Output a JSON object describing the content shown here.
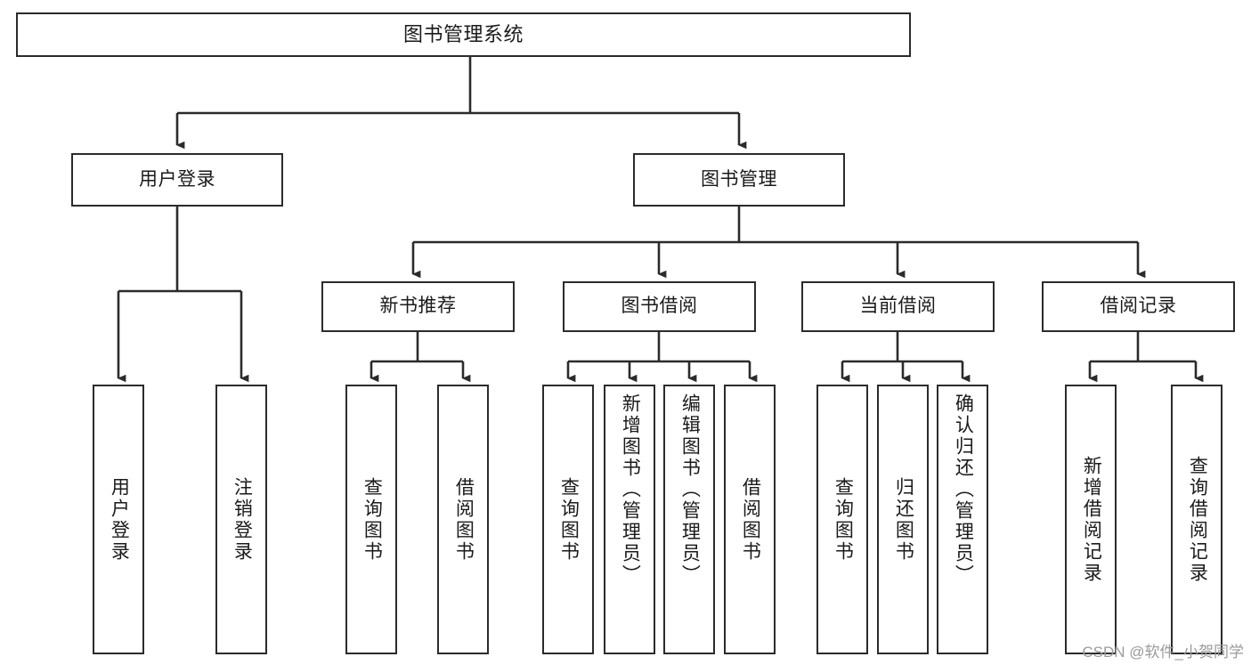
{
  "diagram": {
    "type": "tree-hierarchy",
    "title": "图书管理系统",
    "watermark": "CSDN @软件_小贺同学",
    "colors": {
      "box_border": "#2b2b2b",
      "box_fill": "#ffffff",
      "connector": "#2b2b2b",
      "text": "#1a1a1a",
      "watermark": "#9a9a9a"
    },
    "levels": {
      "level1_label": "图书管理系统",
      "level2": [
        {
          "id": "user-login",
          "label": "用户登录"
        },
        {
          "id": "book-manage",
          "label": "图书管理"
        }
      ],
      "level3": [
        {
          "id": "new-book-recommend",
          "label": "新书推荐"
        },
        {
          "id": "book-borrow",
          "label": "图书借阅"
        },
        {
          "id": "current-borrow",
          "label": "当前借阅"
        },
        {
          "id": "borrow-record",
          "label": "借阅记录"
        }
      ],
      "level4": {
        "user_login_children": [
          {
            "id": "leaf-user-login",
            "label": "用户登录"
          },
          {
            "id": "leaf-logout-login",
            "label": "注销登录"
          }
        ],
        "new_book_recommend_children": [
          {
            "id": "leaf-query-book-1",
            "label": "查询图书"
          },
          {
            "id": "leaf-borrow-book-1",
            "label": "借阅图书"
          }
        ],
        "book_borrow_children": [
          {
            "id": "leaf-query-book-2",
            "label": "查询图书"
          },
          {
            "id": "leaf-add-book",
            "label": "新增图书（管理员）"
          },
          {
            "id": "leaf-edit-book",
            "label": "编辑图书（管理员）"
          },
          {
            "id": "leaf-borrow-book-2",
            "label": "借阅图书"
          }
        ],
        "current_borrow_children": [
          {
            "id": "leaf-query-book-3",
            "label": "查询图书"
          },
          {
            "id": "leaf-return-book",
            "label": "归还图书"
          },
          {
            "id": "leaf-confirm-return",
            "label": "确认归还（管理员）"
          }
        ],
        "borrow_record_children": [
          {
            "id": "leaf-add-record",
            "label": "新增借阅记录"
          },
          {
            "id": "leaf-query-record",
            "label": "查询借阅记录"
          }
        ]
      }
    }
  }
}
